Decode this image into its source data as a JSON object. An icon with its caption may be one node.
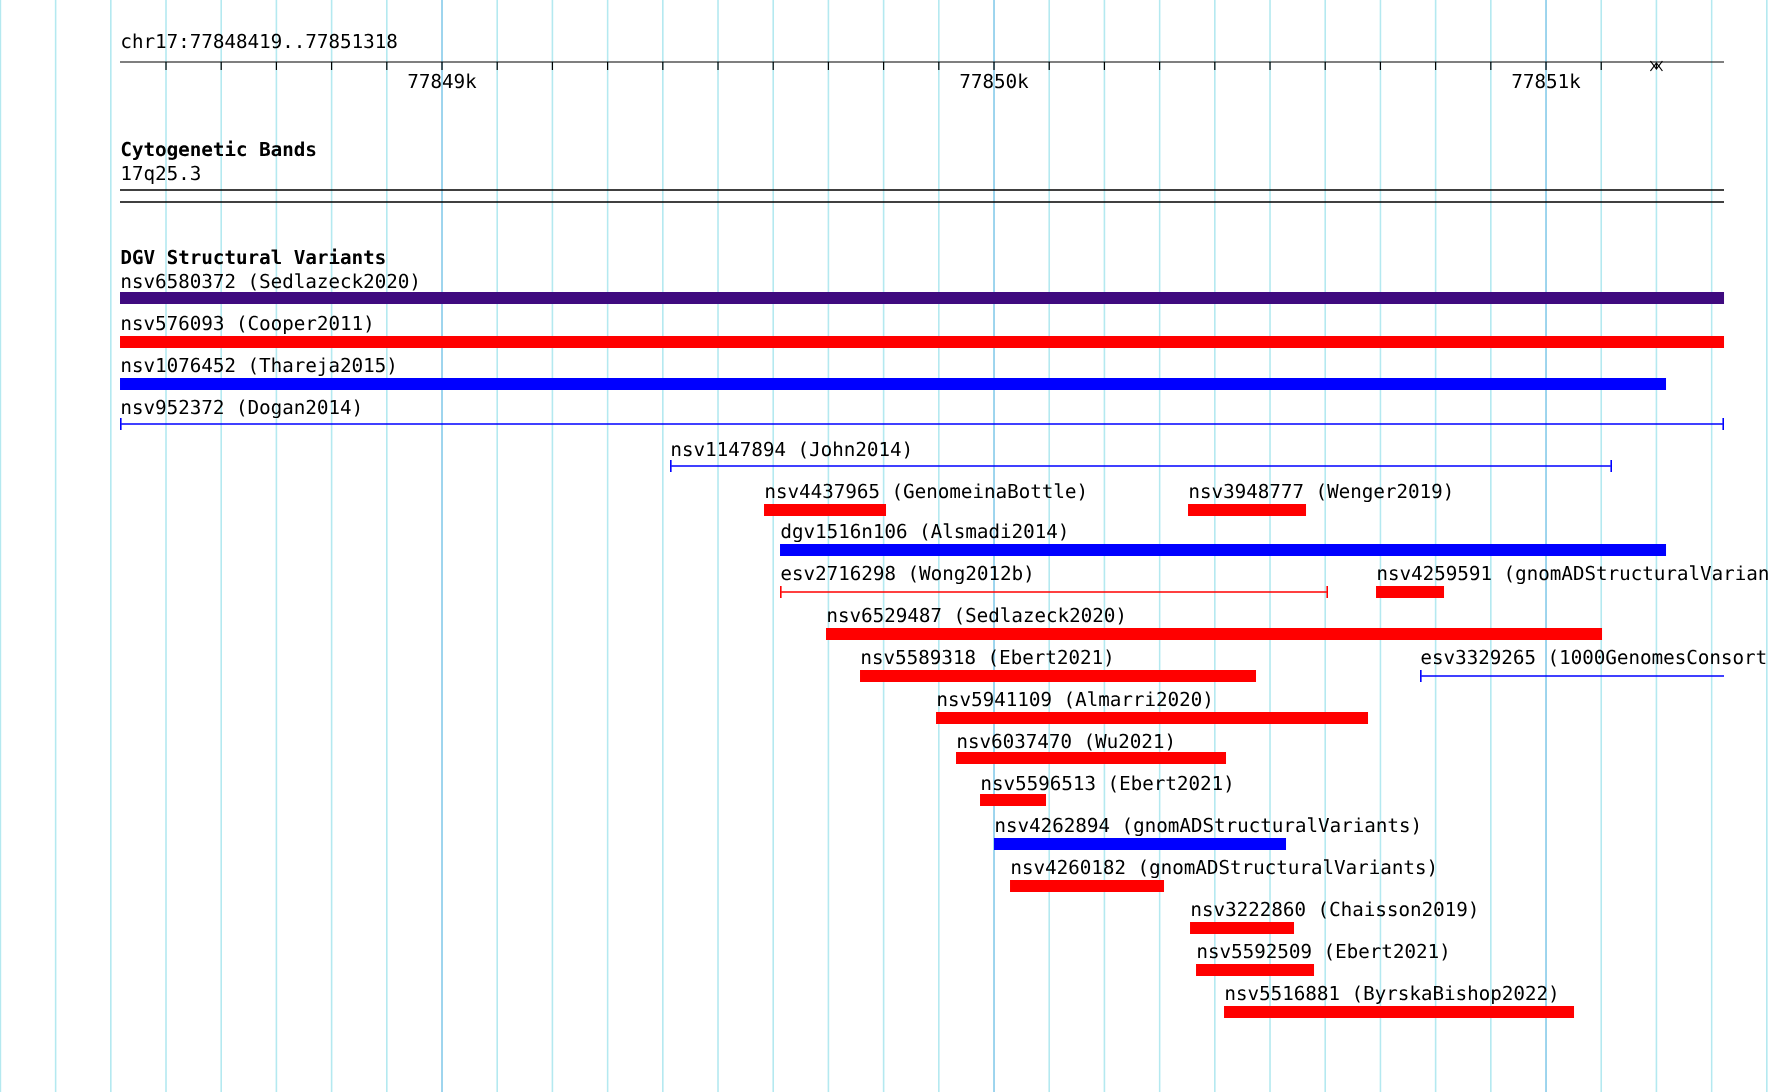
{
  "diagram": {
    "nodes": [
      {
        "text": [
          "17q25.3"
        ]
      },
      {
        "text": [
          "nsv6580372 (Sedlazeck2020)"
        ]
      },
      {
        "text": [
          "nsv576093 (Cooper2011)"
        ]
      },
      {
        "text": [
          "nsv1076452 (Thareja2015)"
        ]
      },
      {
        "text": [
          "nsv952372 (Dogan2014)"
        ]
      },
      {
        "text": [
          "nsv1147894 (John2014)"
        ]
      },
      {
        "text": [
          "nsv4437965 (GenomeinaBottle)"
        ]
      },
      {
        "text": [
          "nsv3948777 (Wenger2019)"
        ]
      },
      {
        "text": [
          "dgv1516n106 (Alsmadi2014)"
        ]
      },
      {
        "text": [
          "esv2716298 (Wong2012b)"
        ]
      },
      {
        "text": [
          "nsv4259591 (gnomADStructuralVarian"
        ]
      },
      {
        "text": [
          "nsv6529487 (Sedlazeck2020)"
        ]
      },
      {
        "text": [
          "nsv5589318 (Ebert2021)"
        ]
      },
      {
        "text": [
          "esv3329265 (1000GenomesConsort"
        ]
      },
      {
        "text": [
          "nsv5941109 (Almarri2020)"
        ]
      },
      {
        "text": [
          "nsv6037470 (Wu2021)"
        ]
      },
      {
        "text": [
          "nsv5596513 (Ebert2021)"
        ]
      },
      {
        "text": [
          "nsv4262894 (gnomADStructuralVariants)"
        ]
      },
      {
        "text": [
          "nsv4260182 (gnomADStructuralVariants)"
        ]
      },
      {
        "text": [
          "nsv3222860 (Chaisson2019)"
        ]
      },
      {
        "text": [
          "nsv5592509 (Ebert2021)"
        ]
      },
      {
        "text": [
          "nsv5516881 (ByrskaBishop2022)"
        ]
      }
    ],
    "labels": [
      "chr17:77848419..77851318",
      "77849k",
      "77850k",
      "77851k",
      "Cytogenetic Bands",
      "DGV Structural Variants"
    ]
  }
}
